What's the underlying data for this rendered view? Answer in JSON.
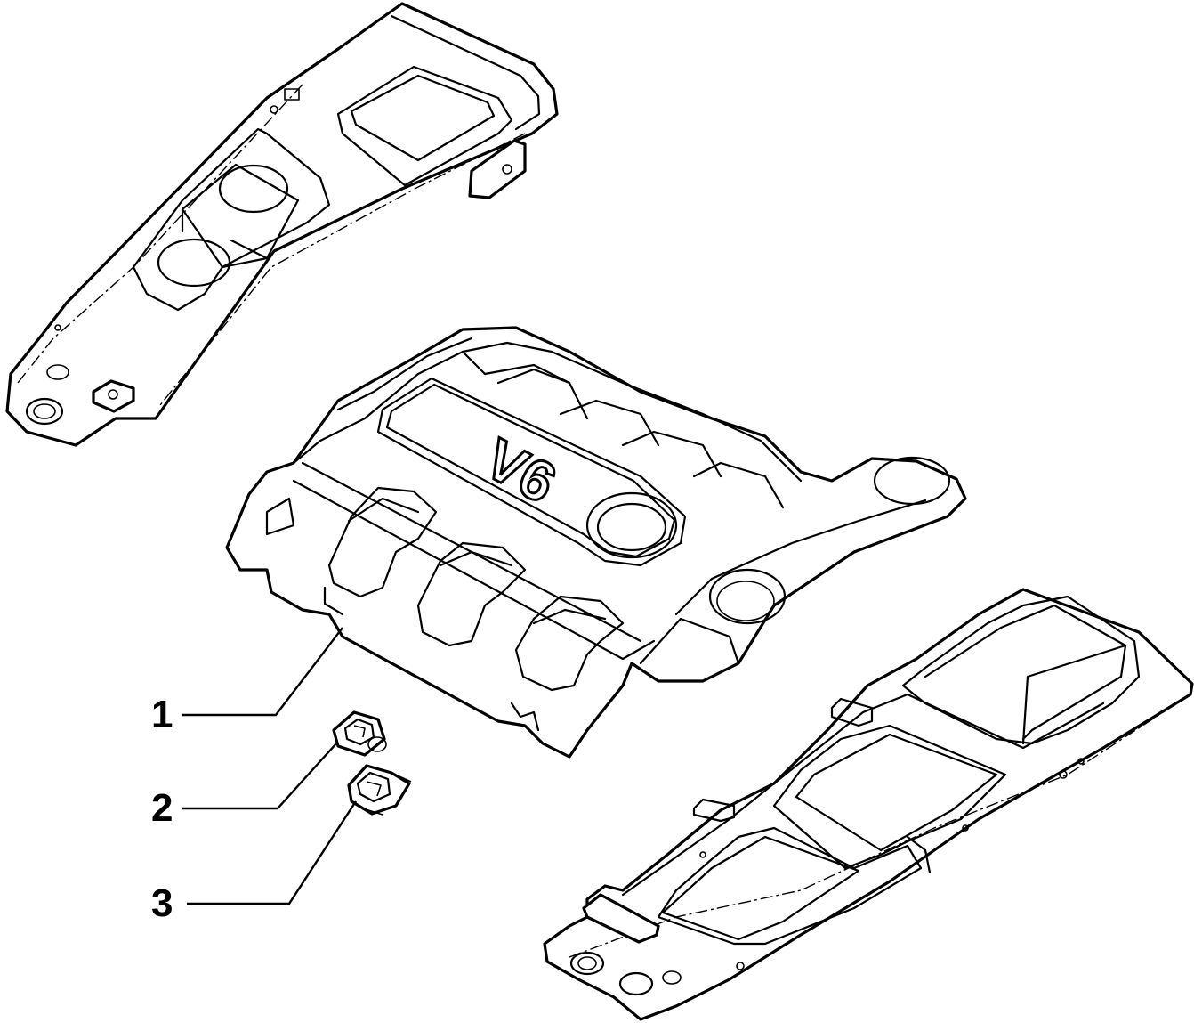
{
  "callouts": [
    {
      "number": "1"
    },
    {
      "number": "2"
    },
    {
      "number": "3"
    }
  ],
  "engine_cover_logo": "V6"
}
